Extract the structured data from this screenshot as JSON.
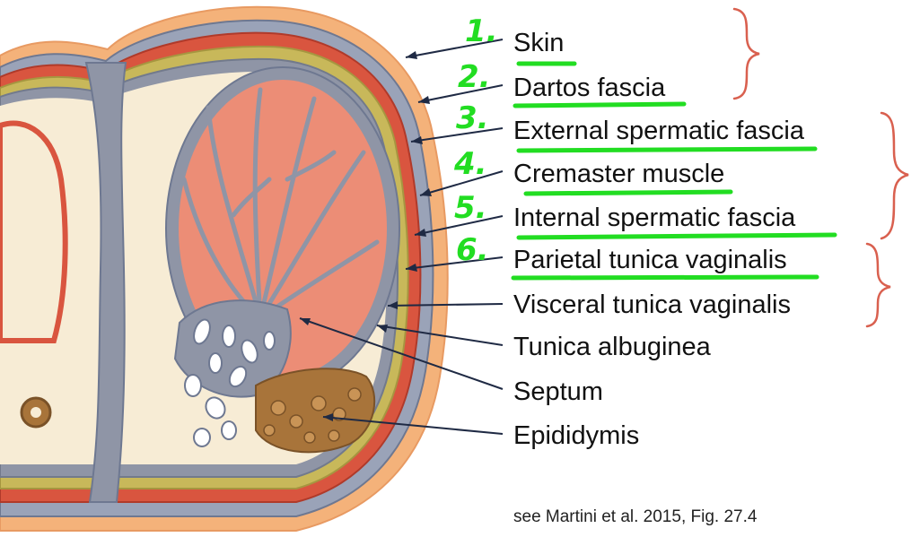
{
  "labels": [
    {
      "id": "skin",
      "number": "1.",
      "text": "Skin"
    },
    {
      "id": "dartos",
      "number": "2.",
      "text": "Dartos fascia"
    },
    {
      "id": "external",
      "number": "3.",
      "text": "External spermatic fascia"
    },
    {
      "id": "cremaster",
      "number": "4.",
      "text": "Cremaster muscle"
    },
    {
      "id": "internal",
      "number": "5.",
      "text": "Internal spermatic fascia"
    },
    {
      "id": "parietal",
      "number": "6.",
      "text": "Parietal tunica vaginalis"
    },
    {
      "id": "visceral",
      "number": "",
      "text": "Visceral tunica vaginalis"
    },
    {
      "id": "albuginea",
      "number": "",
      "text": "Tunica albuginea"
    },
    {
      "id": "septum",
      "number": "",
      "text": "Septum"
    },
    {
      "id": "epididymis",
      "number": "",
      "text": "Epididymis"
    }
  ],
  "citation": "see Martini et al. 2015, Fig. 27.4",
  "colors": {
    "highlight": "#22dd22",
    "brace": "#d9604f",
    "leader": "#1f2a44",
    "testis": "#ec8d76",
    "septum_gray": "#8f95a6",
    "epididymis": "#a8743a",
    "skin_outer": "#f4b27a"
  }
}
